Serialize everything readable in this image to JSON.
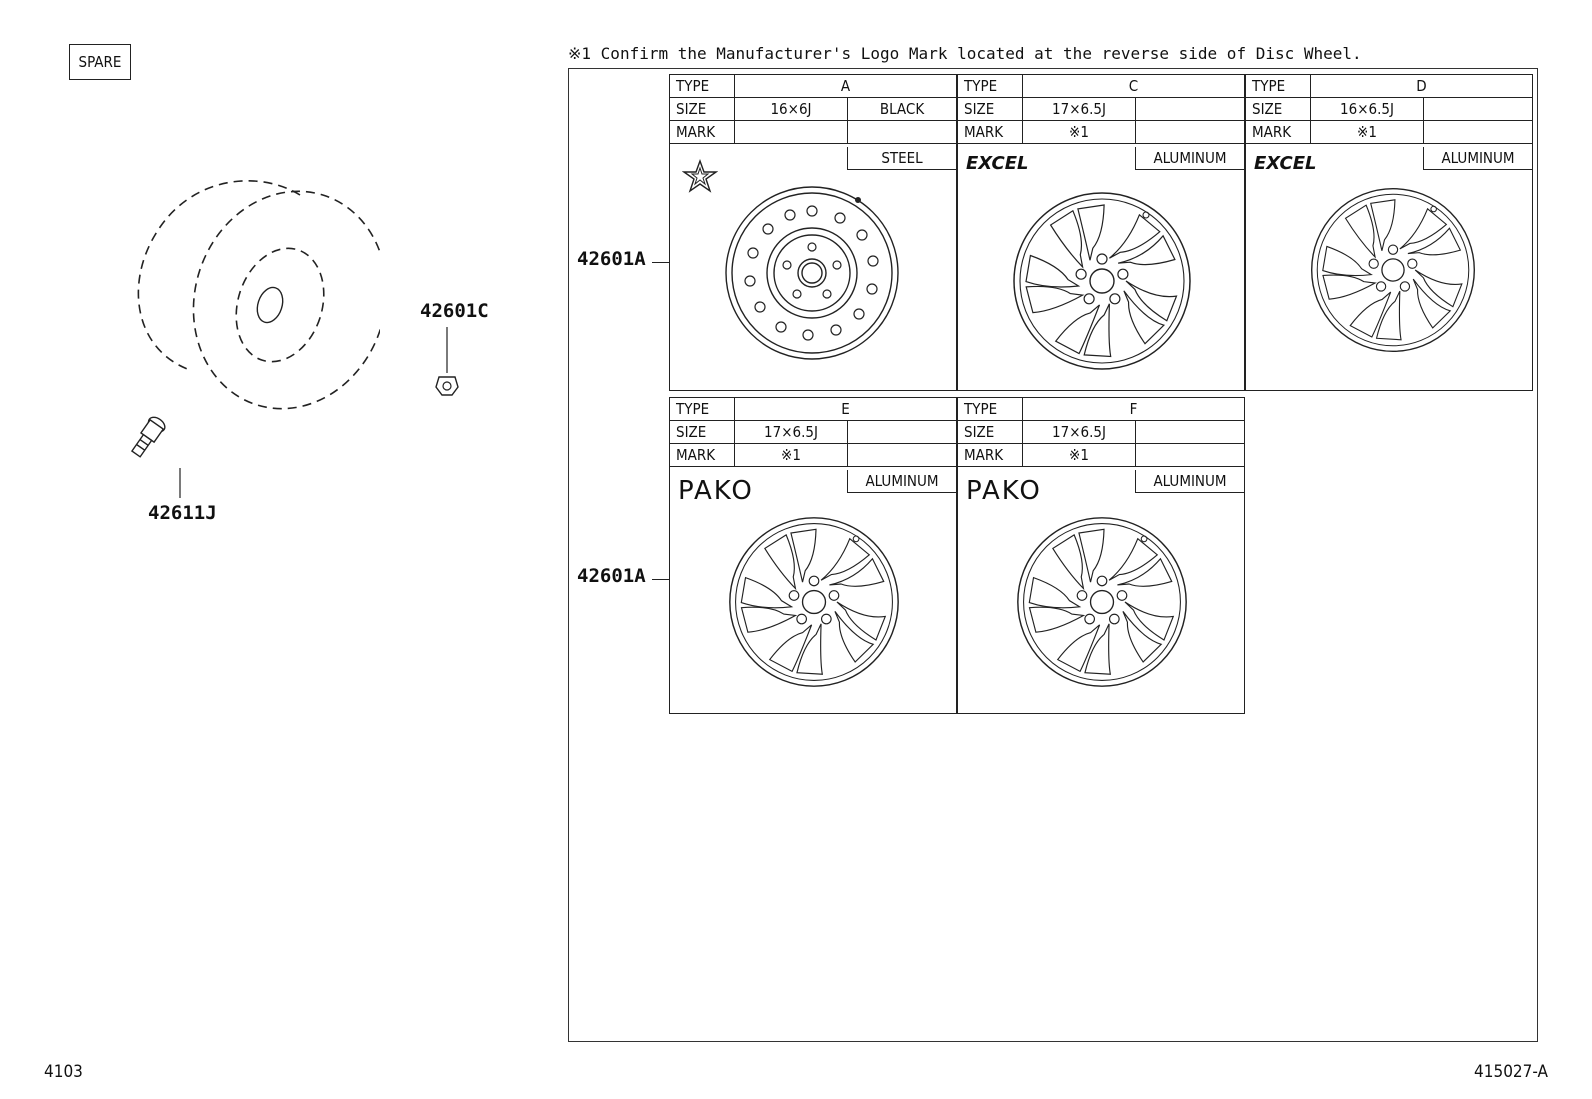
{
  "spare_label": "SPARE",
  "note": "※1  Confirm the Manufacturer's Logo Mark located at the reverse side of Disc Wheel.",
  "parts": {
    "wheel_assy_top": "42601A",
    "wheel_assy_bottom": "42601A",
    "nut": "42601C",
    "valve": "42611J"
  },
  "labels": {
    "type": "TYPE",
    "size": "SIZE",
    "mark": "MARK"
  },
  "wheels": [
    {
      "type": "A",
      "size": "16×6J",
      "finish": "BLACK",
      "mark": "",
      "material": "STEEL",
      "brand": ""
    },
    {
      "type": "C",
      "size": "17×6.5J",
      "finish": "",
      "mark": "※1",
      "material": "ALUMINUM",
      "brand": "EXCEL"
    },
    {
      "type": "D",
      "size": "16×6.5J",
      "finish": "",
      "mark": "※1",
      "material": "ALUMINUM",
      "brand": "EXCEL"
    },
    {
      "type": "E",
      "size": "17×6.5J",
      "finish": "",
      "mark": "※1",
      "material": "ALUMINUM",
      "brand": "PAKO"
    },
    {
      "type": "F",
      "size": "17×6.5J",
      "finish": "",
      "mark": "※1",
      "material": "ALUMINUM",
      "brand": "PAKO"
    }
  ],
  "footer": {
    "left": "4103",
    "right": "415027-A"
  }
}
